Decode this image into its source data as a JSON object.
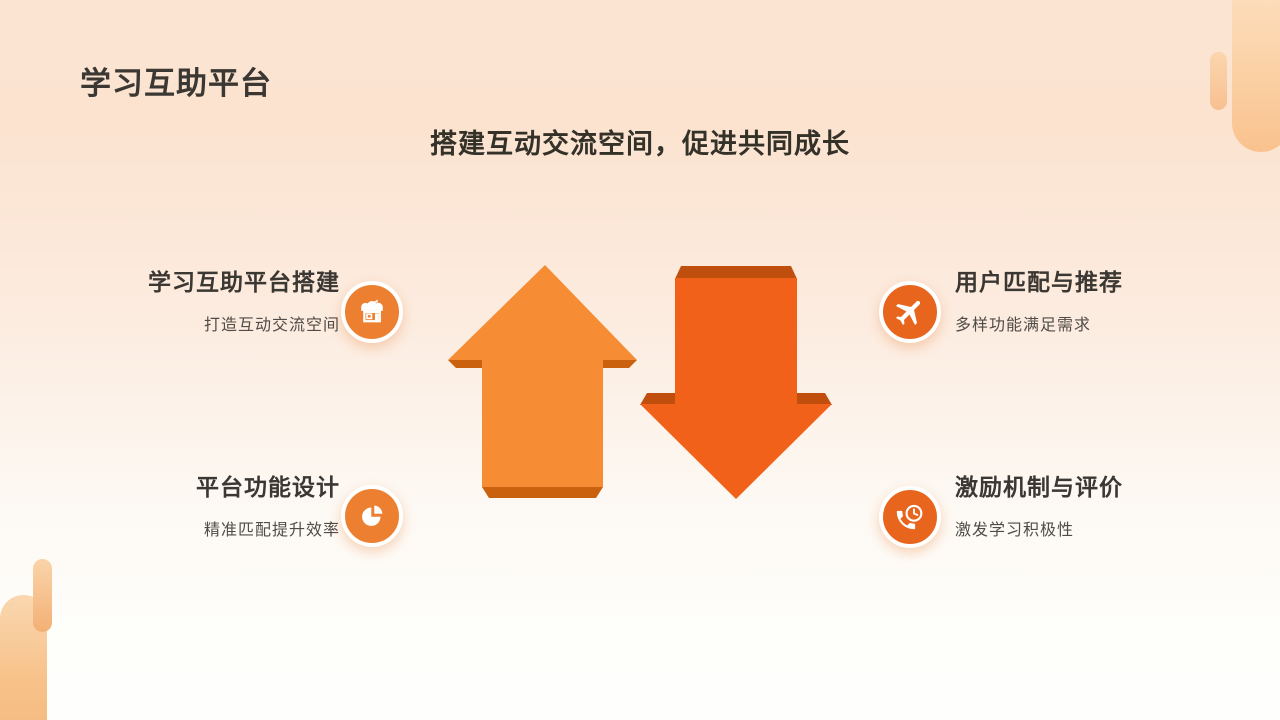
{
  "slide": {
    "title": "学习互助平台",
    "subtitle": "搭建互动交流空间，促进共同成长"
  },
  "features": [
    {
      "id": "platform-build",
      "position": "top-left",
      "title": "学习互助平台搭建",
      "desc": "打造互动交流空间",
      "icon": "store-icon"
    },
    {
      "id": "user-matching",
      "position": "top-right",
      "title": "用户匹配与推荐",
      "desc": "多样功能满足需求",
      "icon": "plane-icon"
    },
    {
      "id": "function-design",
      "position": "bottom-left",
      "title": "平台功能设计",
      "desc": "精准匹配提升效率",
      "icon": "pie-chart-icon"
    },
    {
      "id": "incentive",
      "position": "bottom-right",
      "title": "激励机制与评价",
      "desc": "激发学习积极性",
      "icon": "clock-phone-icon"
    }
  ],
  "colors": {
    "background_top": "#fbe4d2",
    "background_bottom": "#fefefc",
    "up_arrow": "#f68c33",
    "up_arrow_bevel": "#c9610e",
    "down_arrow": "#f2611a",
    "down_arrow_bevel": "#c04e0d",
    "icon_circle_light": "#ec8030",
    "icon_circle_dark": "#e8651e",
    "title_text": "#3b3733",
    "desc_text": "#4f4b45"
  }
}
